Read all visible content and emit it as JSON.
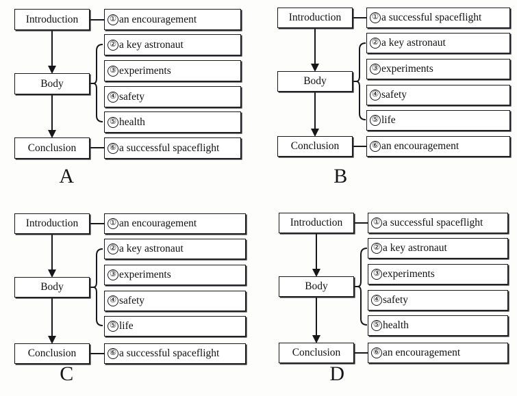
{
  "figure": {
    "kind": "multiple-choice-outline-diagram",
    "stage_labels": [
      "Introduction",
      "Body",
      "Conclusion"
    ],
    "ink_color": "#16171b",
    "box_fill": "#ffffff",
    "background": "#fdfdfb"
  },
  "options": [
    {
      "letter": "A",
      "stages": {
        "introduction": "Introduction",
        "body": "Body",
        "conclusion": "Conclusion"
      },
      "items": [
        {
          "num": "①",
          "number": 1,
          "text": "an encouragement",
          "attached_to": "introduction"
        },
        {
          "num": "②",
          "number": 2,
          "text": "a key astronaut",
          "attached_to": "body"
        },
        {
          "num": "③",
          "number": 3,
          "text": "experiments",
          "attached_to": "body"
        },
        {
          "num": "④",
          "number": 4,
          "text": "safety",
          "attached_to": "body"
        },
        {
          "num": "⑤",
          "number": 5,
          "text": "health",
          "attached_to": "body"
        },
        {
          "num": "⑥",
          "number": 6,
          "text": "a successful spaceflight",
          "attached_to": "conclusion"
        }
      ]
    },
    {
      "letter": "B",
      "stages": {
        "introduction": "Introduction",
        "body": "Body",
        "conclusion": "Conclusion"
      },
      "items": [
        {
          "num": "①",
          "number": 1,
          "text": "a successful spaceflight",
          "attached_to": "introduction"
        },
        {
          "num": "②",
          "number": 2,
          "text": "a key astronaut",
          "attached_to": "body"
        },
        {
          "num": "③",
          "number": 3,
          "text": "experiments",
          "attached_to": "body"
        },
        {
          "num": "④",
          "number": 4,
          "text": "safety",
          "attached_to": "body"
        },
        {
          "num": "⑤",
          "number": 5,
          "text": "life",
          "attached_to": "body"
        },
        {
          "num": "⑥",
          "number": 6,
          "text": "an encouragement",
          "attached_to": "conclusion"
        }
      ]
    },
    {
      "letter": "C",
      "stages": {
        "introduction": "Introduction",
        "body": "Body",
        "conclusion": "Conclusion"
      },
      "items": [
        {
          "num": "①",
          "number": 1,
          "text": "an encouragement",
          "attached_to": "introduction"
        },
        {
          "num": "②",
          "number": 2,
          "text": "a key astronaut",
          "attached_to": "body"
        },
        {
          "num": "③",
          "number": 3,
          "text": "experiments",
          "attached_to": "body"
        },
        {
          "num": "④",
          "number": 4,
          "text": "safety",
          "attached_to": "body"
        },
        {
          "num": "⑤",
          "number": 5,
          "text": "life",
          "attached_to": "body"
        },
        {
          "num": "⑥",
          "number": 6,
          "text": "a successful spaceflight",
          "attached_to": "conclusion"
        }
      ]
    },
    {
      "letter": "D",
      "stages": {
        "introduction": "Introduction",
        "body": "Body",
        "conclusion": "Conclusion"
      },
      "items": [
        {
          "num": "①",
          "number": 1,
          "text": "a successful spaceflight",
          "attached_to": "introduction"
        },
        {
          "num": "②",
          "number": 2,
          "text": "a key astronaut",
          "attached_to": "body"
        },
        {
          "num": "③",
          "number": 3,
          "text": "experiments",
          "attached_to": "body"
        },
        {
          "num": "④",
          "number": 4,
          "text": "safety",
          "attached_to": "body"
        },
        {
          "num": "⑤",
          "number": 5,
          "text": "health",
          "attached_to": "body"
        },
        {
          "num": "⑥",
          "number": 6,
          "text": "an encouragement",
          "attached_to": "conclusion"
        }
      ]
    }
  ]
}
